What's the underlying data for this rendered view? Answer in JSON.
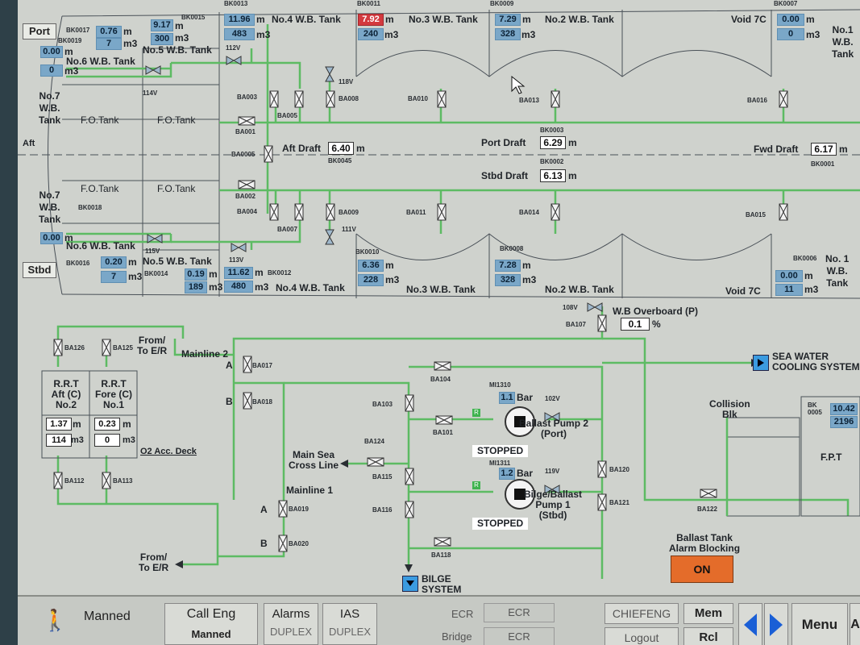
{
  "colors": {
    "pipe": "#5dbb63",
    "valueBox": "#7aa7c8",
    "alarm": "#d33a3f",
    "onButton": "#e46c2a",
    "line": "#4a5158"
  },
  "hull_labels": {
    "port": "Port",
    "stbd": "Stbd",
    "aft": "Aft"
  },
  "tanks": {
    "no4_port": "No.4 W.B. Tank",
    "no3_port": "No.3 W.B. Tank",
    "no2_port": "No.2 W.B. Tank",
    "void_port": "Void 7C",
    "no1_port": [
      "No.1",
      "W.B.",
      "Tank"
    ],
    "no5_port": "No.5 W.B. Tank",
    "no6_port": "No.6 W.B. Tank",
    "no7_port": [
      "No.7",
      "W.B.",
      "Tank"
    ],
    "fo_1": "F.O.Tank",
    "fo_2": "F.O.Tank",
    "fo_3": "F.O.Tank",
    "fo_4": "F.O.Tank",
    "no7_stbd": [
      "No.7",
      "W.B.",
      "Tank"
    ],
    "no6_stbd": "No.6 W.B. Tank",
    "no5_stbd": "No.5 W.B. Tank",
    "no4_stbd": "No.4 W.B. Tank",
    "no3_stbd": "No.3 W.B. Tank",
    "no2_stbd": "No.2 W.B. Tank",
    "void_stbd": "Void 7C",
    "no1_stbd": [
      "No. 1",
      "W.B.",
      "Tank"
    ]
  },
  "tags": {
    "bk0017": "BK0017",
    "bk0019": "BK0019",
    "bk0015": "BK0015",
    "bk0013": "BK0013",
    "bk0011": "BK0011",
    "bk0009": "BK0009",
    "bk0007": "BK0007",
    "bk0018": "BK0018",
    "bk0016": "BK0016",
    "bk0014": "BK0014",
    "bk0012": "BK0012",
    "bk0010": "BK0010",
    "bk0008": "BK0008",
    "bk0006": "BK0006",
    "bk0003": "BK0003",
    "bk0002": "BK0002",
    "bk0045": "BK0045",
    "bk0001": "BK0001",
    "bk0005": "BK\n0005",
    "mi1310": "MI1310",
    "mi1311": "MI1311"
  },
  "values": {
    "port_no4_level": "11.96",
    "port_no4_vol": "483",
    "port_no3_level": "7.92",
    "port_no3_vol": "240",
    "port_no2_level": "7.29",
    "port_no2_vol": "328",
    "port_void_level": "0.00",
    "port_void_vol": "0",
    "port_no5_level": "9.17",
    "port_no5_vol": "300",
    "port_aft1_level": "0.76",
    "port_aft1_vol": "7",
    "port_no6_level": "0.00",
    "port_no6_vol": "0",
    "stbd_no7_level": "0.00",
    "stbd_aft_level": "0.20",
    "stbd_aft_vol": "7",
    "stbd_no5_level": "0.19",
    "stbd_no5_vol": "189",
    "stbd_no4_level": "11.62",
    "stbd_no4_vol": "480",
    "stbd_no3_level": "6.36",
    "stbd_no3_vol": "228",
    "stbd_no2_level": "7.28",
    "stbd_no2_vol": "328",
    "stbd_void_level": "0.00",
    "stbd_void_vol": "11",
    "fpt_level": "10.42",
    "fpt_vol": "2196",
    "mi1310": "1.1",
    "mi1311": "1.2"
  },
  "units": {
    "m": "m",
    "m3": "m3"
  },
  "drafts": {
    "aft_label": "Aft Draft",
    "aft_value": "6.40",
    "port_label": "Port Draft",
    "port_value": "6.29",
    "stbd_label": "Stbd Draft",
    "stbd_value": "6.13",
    "fwd_label": "Fwd Draft",
    "fwd_value": "6.17",
    "unit": "m"
  },
  "valves": {
    "ba003": "BA003",
    "ba005": "BA005",
    "ba008": "BA008",
    "ba010": "BA010",
    "ba013": "BA013",
    "ba016": "BA016",
    "ba001": "BA001",
    "ba0005": "BA0005",
    "ba002": "BA002",
    "ba004": "BA004",
    "ba007": "BA007",
    "ba009": "BA009",
    "ba011": "BA011",
    "ba014": "BA014",
    "ba015": "BA015",
    "v112": "112V",
    "v114": "114V",
    "v118": "118V",
    "v115": "115V",
    "v113": "113V",
    "v111": "111V",
    "v108": "108V",
    "ba107": "BA107",
    "ba126": "BA126",
    "ba125": "BA125",
    "ba017": "BA017",
    "ba018": "BA018",
    "ba104": "BA104",
    "ba103": "BA103",
    "ba101": "BA101",
    "ba124": "BA124",
    "ba115": "BA115",
    "ba116": "BA116",
    "ba118": "BA118",
    "ba019": "BA019",
    "ba020": "BA020",
    "ba112": "BA112",
    "ba113": "BA113",
    "ba120": "BA120",
    "ba121": "BA121",
    "ba122": "BA122",
    "v102": "102V",
    "v119": "119V"
  },
  "overboard": {
    "label": "W.B Overboard (P)",
    "value": "0.1",
    "unit": "%"
  },
  "lines": {
    "from_er_1": [
      "From/",
      "To E/R"
    ],
    "mainline2": "Mainline 2",
    "mainline1": "Mainline 1",
    "a": "A",
    "b": "B",
    "from_er_2": [
      "From/",
      "To E/R"
    ],
    "main_sea": [
      "Main Sea",
      "Cross Line"
    ],
    "sea_water": [
      "SEA WATER",
      "COOLING SYSTEM"
    ],
    "bilge": [
      "BILGE",
      "SYSTEM"
    ],
    "collision": [
      "Collision",
      "Blk"
    ],
    "fpt": "F.P.T"
  },
  "rrt": {
    "aft_title": [
      "R.R.T",
      "Aft (C)",
      "No.2"
    ],
    "fore_title": [
      "R.R.T",
      "Fore (C)",
      "No.1"
    ],
    "aft_level": "1.37",
    "aft_unit": "m",
    "aft_vol": "114",
    "aft_vol_unit": "m3",
    "fore_level": "0.23",
    "fore_unit": "m",
    "fore_vol": "0",
    "fore_vol_unit": "m3",
    "deck": "O2 Acc. Deck"
  },
  "pumps": {
    "p2_name": [
      "Ballast Pump 2",
      "(Port)"
    ],
    "p2_status": "STOPPED",
    "p1_name": [
      "Bilge/Ballast",
      "Pump 1",
      "(Stbd)"
    ],
    "p1_status": "STOPPED",
    "bar": "Bar",
    "r": "R"
  },
  "alarm_block": {
    "label": [
      "Ballast Tank",
      "Alarm Blocking"
    ],
    "button": "ON"
  },
  "footer": {
    "manned": "Manned",
    "call_eng": "Call Eng",
    "call_eng_sub": "Manned",
    "alarms": "Alarms",
    "alarms_sub": "DUPLEX",
    "ias": "IAS",
    "ias_sub": "DUPLEX",
    "ecr_label": "ECR",
    "ecr_value": "ECR",
    "bridge_label": "Bridge",
    "bridge_value": "ECR",
    "chiefeng": "CHIEFENG",
    "logout": "Logout",
    "mem": "Mem",
    "rcl": "Rcl",
    "menu": "Menu",
    "a": "A"
  }
}
